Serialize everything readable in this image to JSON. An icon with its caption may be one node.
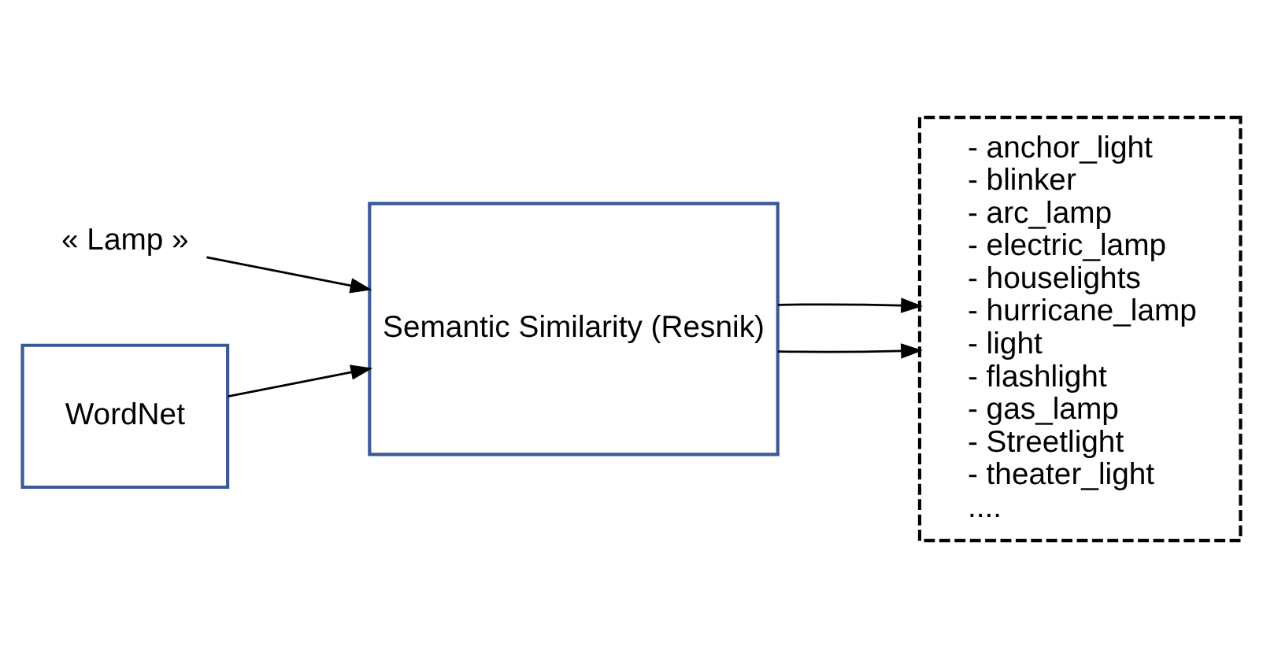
{
  "diagram": {
    "nodes": [
      {
        "text": [
          "« Lamp »"
        ]
      },
      {
        "text": [
          "WordNet"
        ]
      },
      {
        "text": [
          "Semantic Similarity (Resnik)"
        ]
      },
      {
        "text": [
          "- anchor_light",
          "- blinker",
          "- arc_lamp",
          "- electric_lamp",
          "- houselights",
          "- hurricane_lamp",
          "- light",
          "- flashlight",
          "- gas_lamp",
          "- Streetlight",
          "- theater_light",
          "...."
        ]
      }
    ],
    "edges": [
      {
        "from": 0,
        "to": 2,
        "arrow": "to"
      },
      {
        "from": 1,
        "to": 2,
        "arrow": "to"
      },
      {
        "from": 2,
        "to": 3,
        "arrow": "to"
      },
      {
        "from": 2,
        "to": 3,
        "arrow": "to"
      }
    ]
  }
}
